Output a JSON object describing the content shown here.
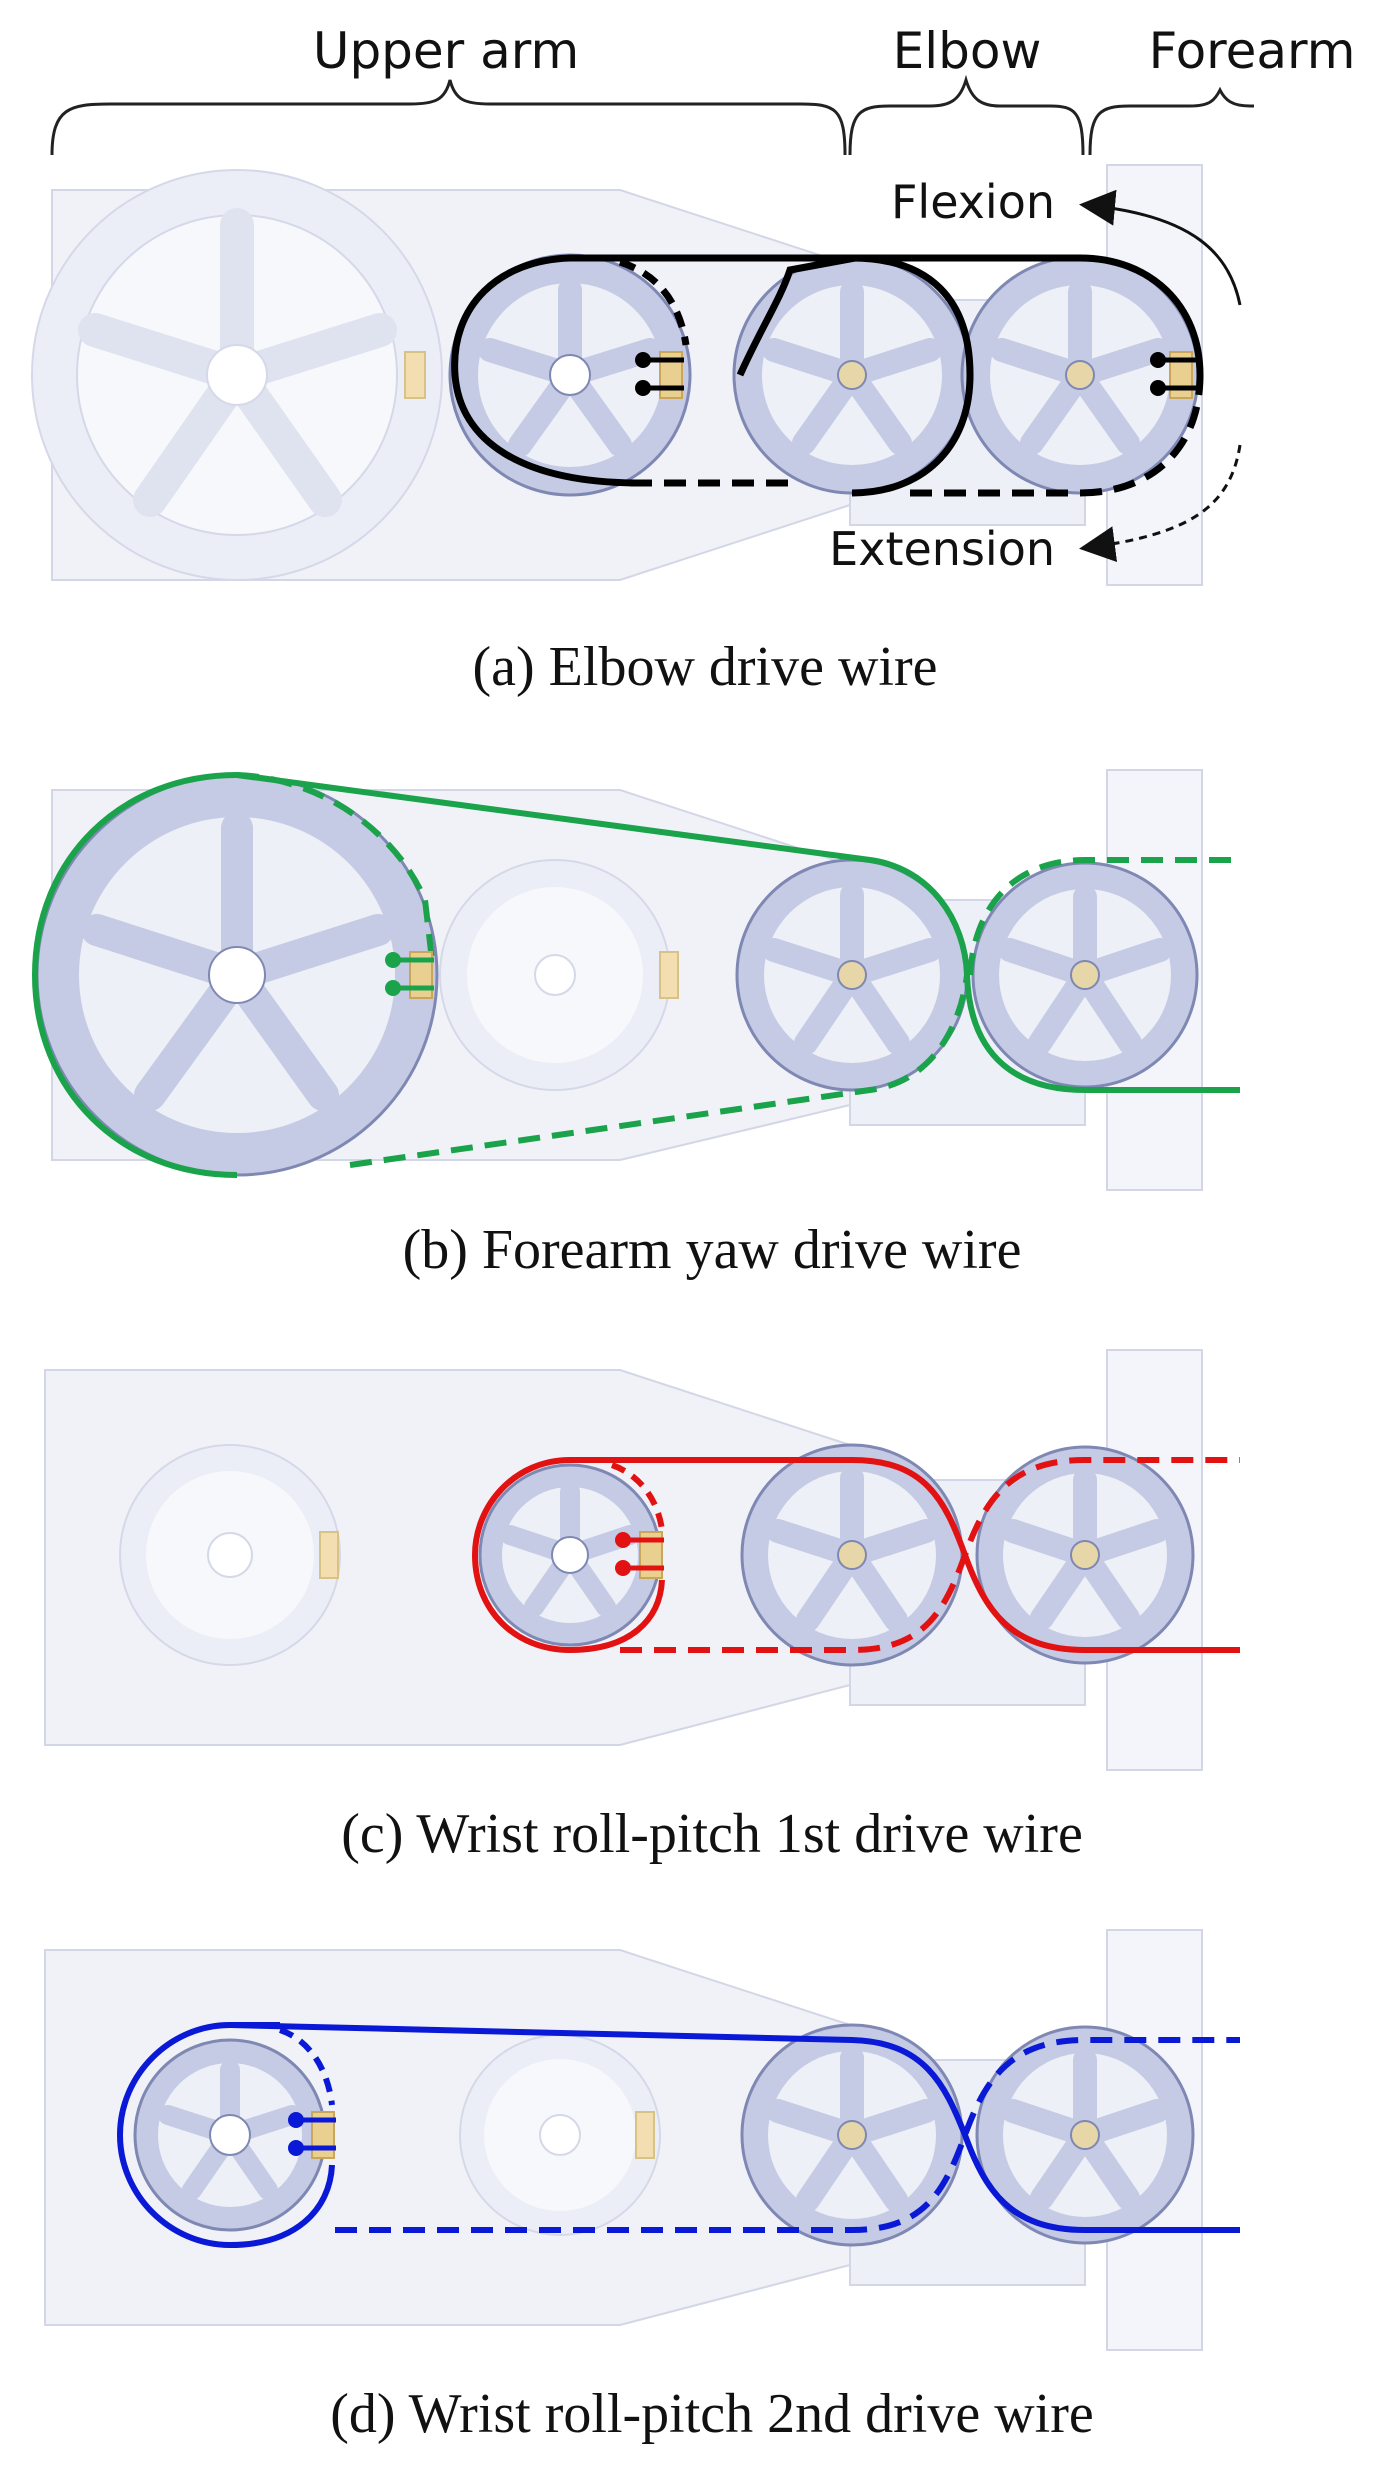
{
  "labels": {
    "upper_arm": "Upper arm",
    "elbow": "Elbow",
    "forearm": "Forearm",
    "flexion": "Flexion",
    "extension": "Extension"
  },
  "captions": {
    "a": "(a) Elbow drive wire",
    "b": "(b) Forearm yaw drive wire",
    "c": "(c) Wrist roll-pitch 1st drive wire",
    "d": "(d) Wrist roll-pitch 2nd drive wire"
  },
  "colors": {
    "wire_a": "#000000",
    "wire_b": "#1aa34a",
    "wire_c": "#e31212",
    "wire_d": "#0a19d6",
    "pulley": "#c5cbe4",
    "pulley_stroke": "#7e88b3",
    "ghost_pulley": "#eceef7",
    "plate": "#f1f2f8",
    "connector": "#e9cf90"
  },
  "icons": [
    "pulley-icon",
    "wire-terminal-icon",
    "arrow-icon"
  ]
}
